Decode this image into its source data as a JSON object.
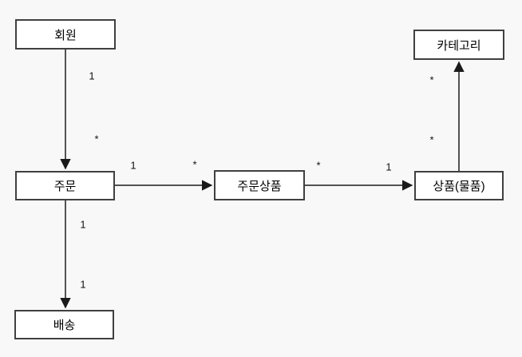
{
  "diagram": {
    "nodes": {
      "member": {
        "label": "회원"
      },
      "order": {
        "label": "주문"
      },
      "delivery": {
        "label": "배송"
      },
      "order_item": {
        "label": "주문상품"
      },
      "product": {
        "label": "상품(물품)"
      },
      "category": {
        "label": "카테고리"
      }
    },
    "edges": {
      "member_order": {
        "from": "member",
        "to": "order",
        "source_multiplicity": "1",
        "target_multiplicity": "*"
      },
      "order_order_item": {
        "from": "order",
        "to": "order_item",
        "source_multiplicity": "1",
        "target_multiplicity": "*"
      },
      "order_item_product": {
        "from": "order_item",
        "to": "product",
        "source_multiplicity": "*",
        "target_multiplicity": "1"
      },
      "product_category": {
        "from": "product",
        "to": "category",
        "source_multiplicity": "*",
        "target_multiplicity": "*"
      },
      "order_delivery": {
        "from": "order",
        "to": "delivery",
        "source_multiplicity": "1",
        "target_multiplicity": "1"
      }
    },
    "colors": {
      "background": "#f8f8f8",
      "node_fill": "#ffffff",
      "node_border": "#404040",
      "edge_line": "#1a1a1a",
      "text": "#000000"
    }
  }
}
